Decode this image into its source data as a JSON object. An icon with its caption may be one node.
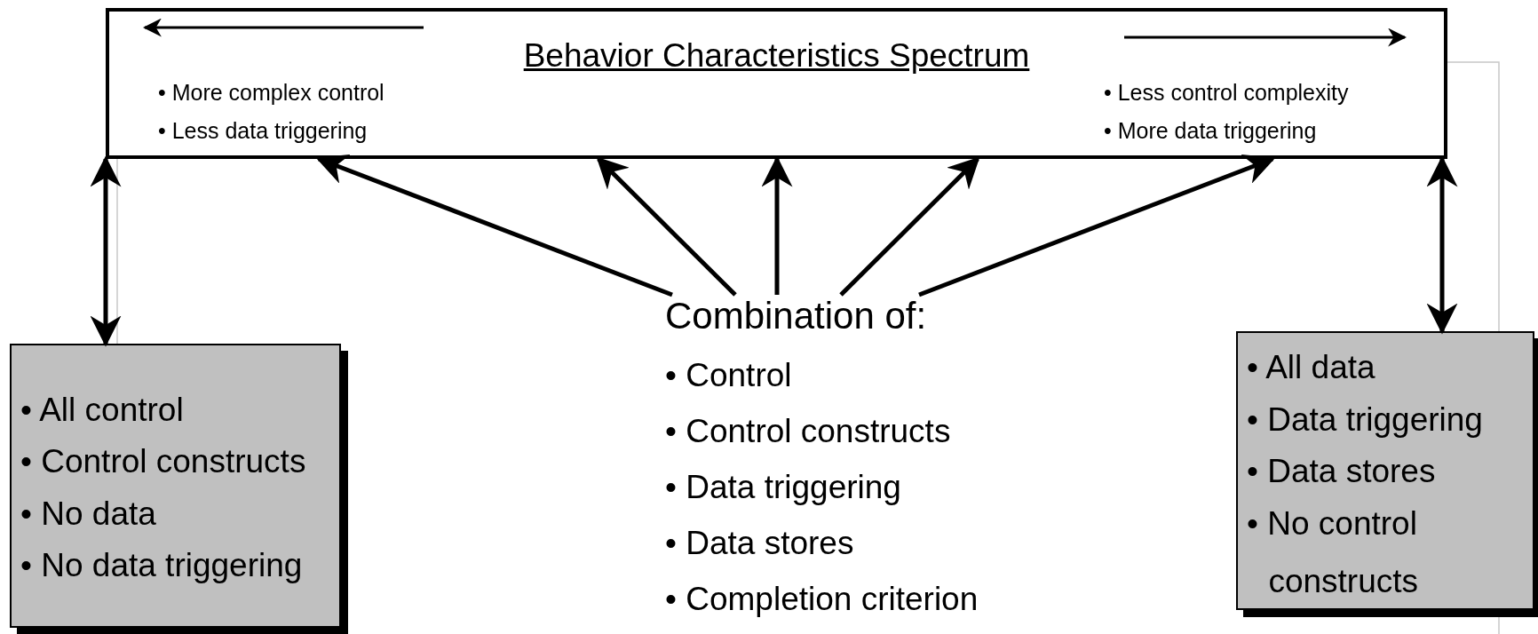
{
  "diagram": {
    "nodes": [
      {
        "text": [
          "Behavior Characteristics Spectrum",
          "• More complex control",
          "• Less data triggering",
          "• Less control complexity",
          "• More data triggering"
        ]
      },
      {
        "text": [
          "• All control",
          "• Control constructs",
          "• No data",
          "• No data triggering"
        ]
      },
      {
        "text": [
          "Combination of:",
          "• Control",
          "• Control constructs",
          "• Data triggering",
          "• Data stores",
          "• Completion criterion"
        ]
      },
      {
        "text": [
          "• All data",
          "• Data triggering",
          "• Data stores",
          "• No control constructs"
        ]
      }
    ],
    "edges": [
      {
        "from": 1,
        "to": 0,
        "arrow": "both"
      },
      {
        "from": 2,
        "to": 0,
        "arrow": "to"
      },
      {
        "from": 2,
        "to": 0,
        "arrow": "to"
      },
      {
        "from": 2,
        "to": 0,
        "arrow": "to"
      },
      {
        "from": 2,
        "to": 0,
        "arrow": "to"
      },
      {
        "from": 2,
        "to": 0,
        "arrow": "to"
      },
      {
        "from": 3,
        "to": 0,
        "arrow": "both"
      }
    ]
  }
}
